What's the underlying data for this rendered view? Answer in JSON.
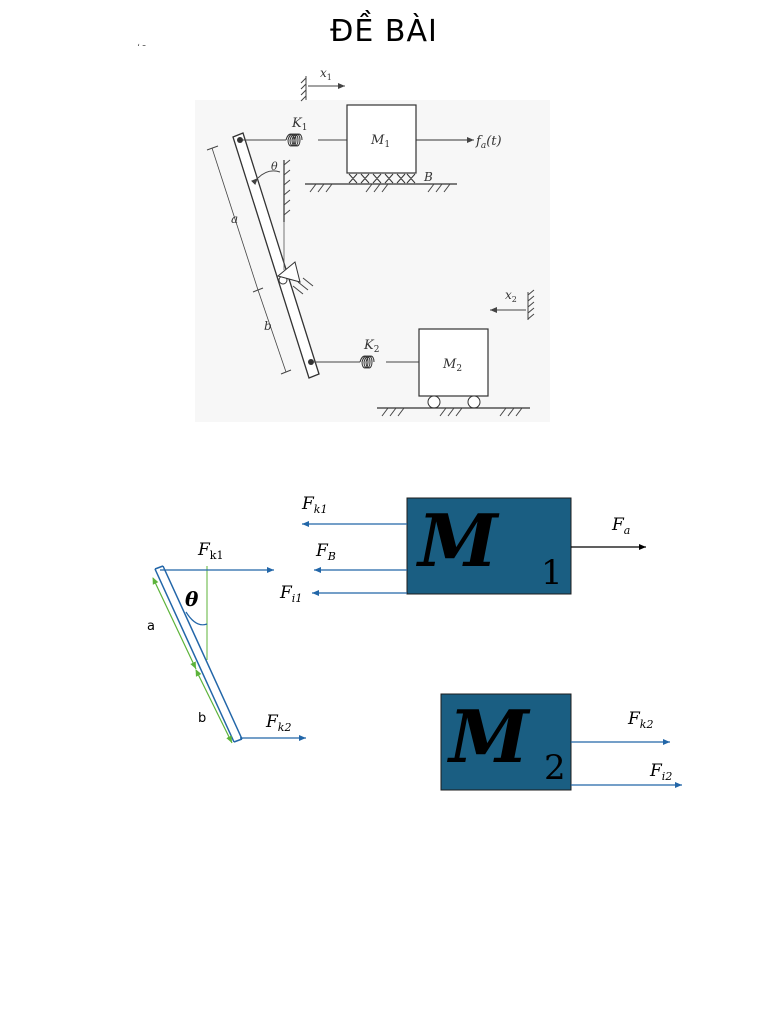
{
  "page": {
    "title": "ĐỀ BÀI",
    "stray_mark": "، ـ"
  },
  "problem_figure": {
    "x1": "x",
    "x1_sub": "1",
    "x2": "x",
    "x2_sub": "2",
    "k1": "K",
    "k1_sub": "1",
    "k2": "K",
    "k2_sub": "2",
    "m1": "M",
    "m1_sub": "1",
    "m2": "M",
    "m2_sub": "2",
    "force": "f",
    "force_sub": "a",
    "force_arg": "(t)",
    "theta": "θ",
    "a": "a",
    "b": "b",
    "B": "B"
  },
  "fbd": {
    "lever": {
      "a": "a",
      "b": "b",
      "theta": "θ"
    },
    "m1": {
      "label": "M",
      "sub": "1"
    },
    "m2": {
      "label": "M",
      "sub": "2"
    },
    "forces": {
      "F": "F",
      "k1": "k1",
      "k2": "k2",
      "B": "B",
      "i1": "i1",
      "i2": "i2",
      "a": "a"
    },
    "colors": {
      "block": "#1a5e82",
      "arrow": "#2266a8",
      "green": "#5cb33a",
      "black": "#000000"
    }
  }
}
